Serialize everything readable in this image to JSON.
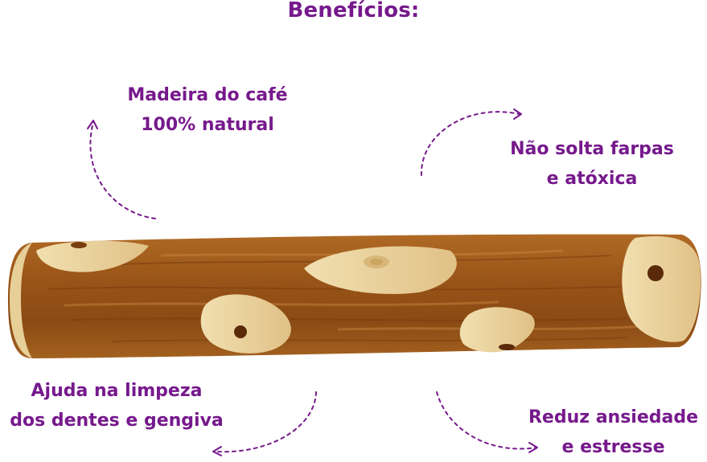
{
  "title": "Benefícios:",
  "benefits": [
    {
      "line1": "Madeira do café",
      "line2": "100% natural"
    },
    {
      "line1": "Não solta farpas",
      "line2": "e atóxica"
    },
    {
      "line1": "Ajuda na limpeza",
      "line2": "dos dentes e gengiva"
    },
    {
      "line1": "Reduz ansiedade",
      "line2": "e estresse"
    }
  ],
  "colors": {
    "accent": "#76198c",
    "wood_dark": "#8a4a14",
    "wood_mid": "#a8601f",
    "wood_light": "#eed9a6"
  },
  "image": "coffee-wood-dog-chew-stick"
}
